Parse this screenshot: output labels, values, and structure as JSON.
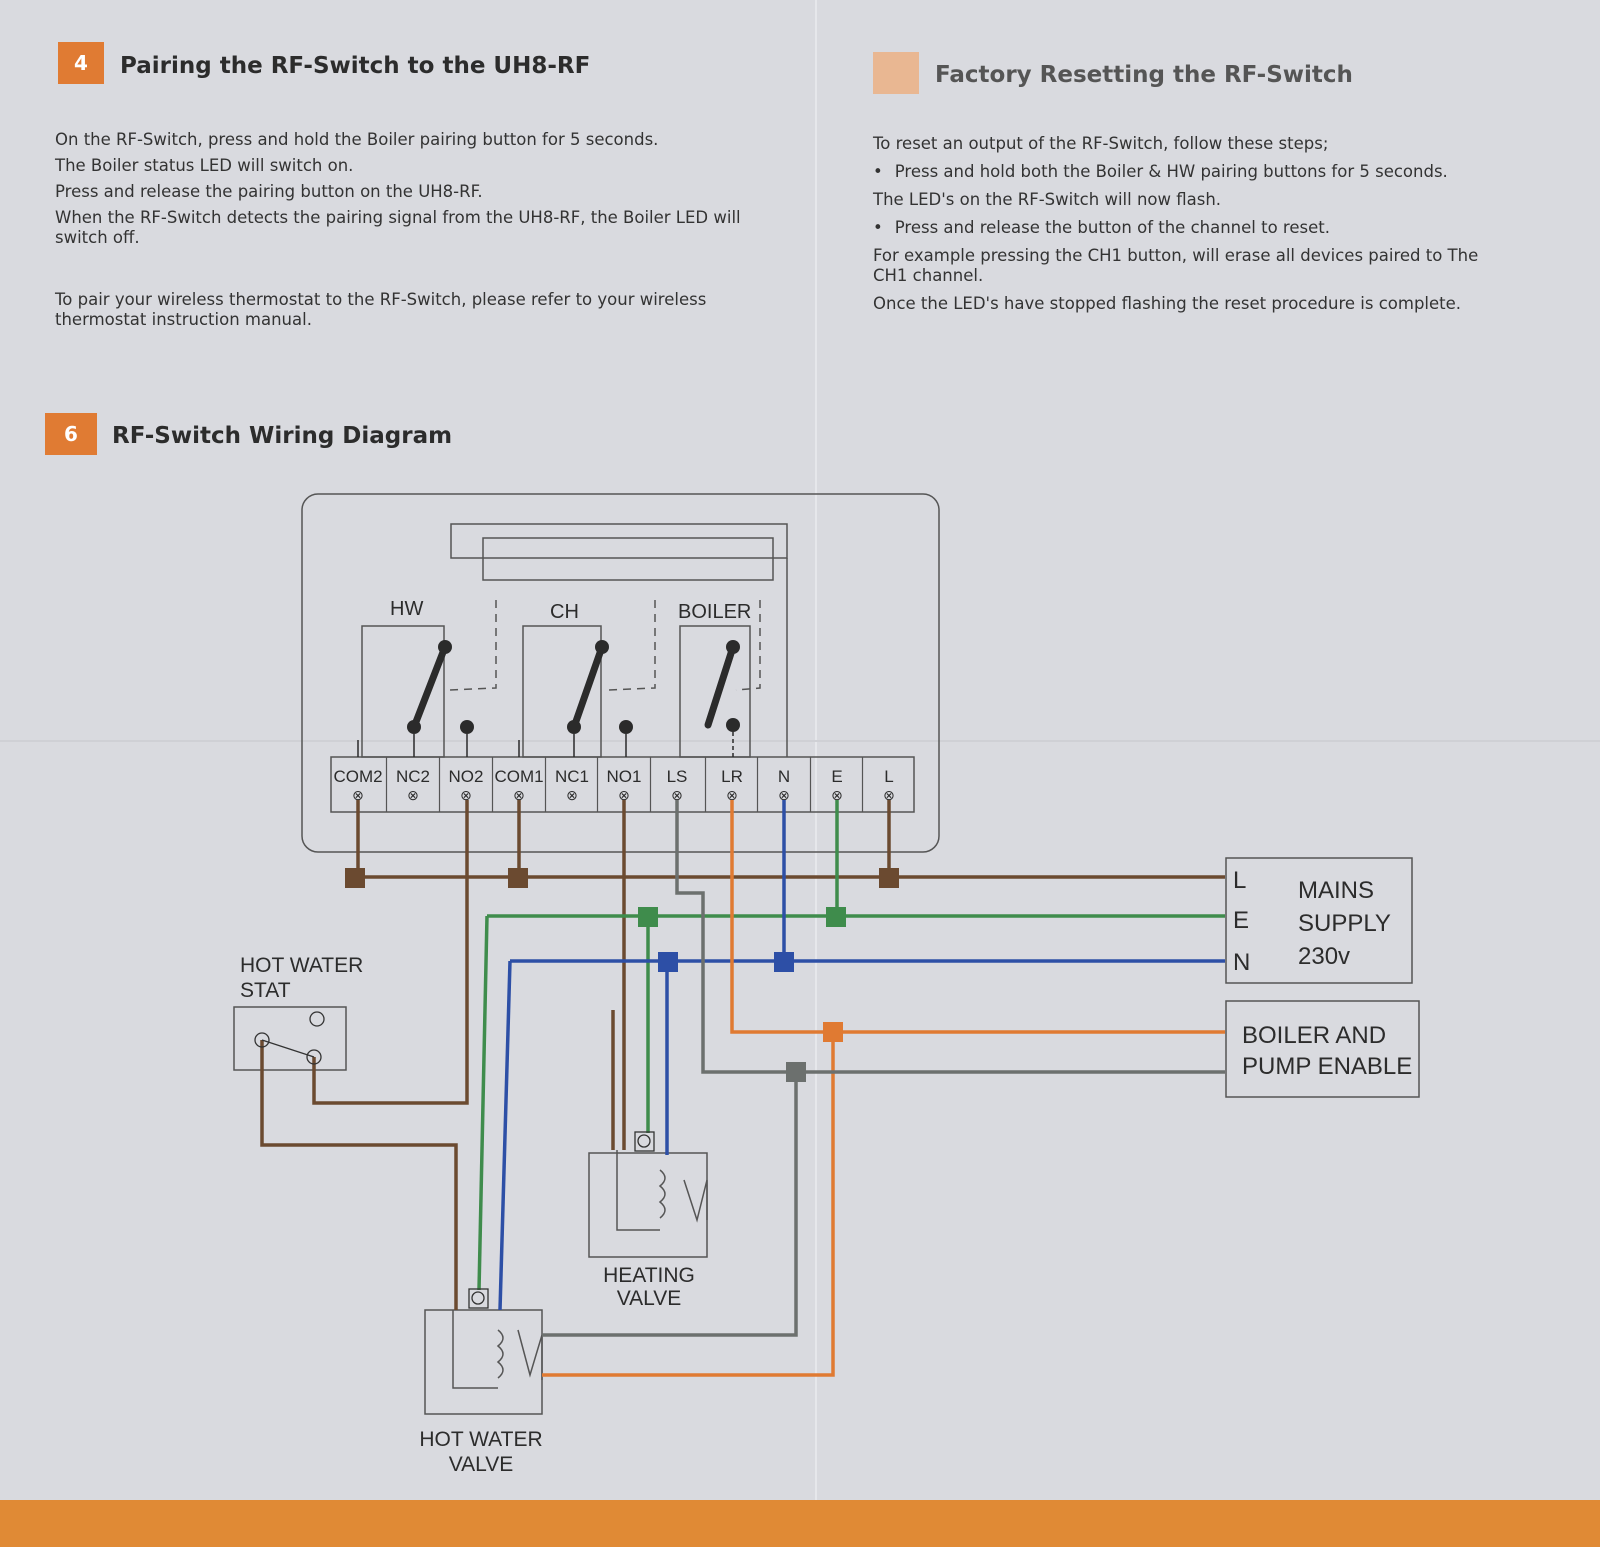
{
  "section4": {
    "number": "4",
    "title": "Pairing the RF-Switch to the UH8-RF",
    "paragraphs": [
      "On the RF-Switch, press and hold the Boiler pairing button for 5 seconds.",
      "The Boiler status LED will switch on.",
      "Press and release the pairing button on the UH8-RF.",
      "When the RF-Switch detects the pairing signal from the UH8-RF, the Boiler LED will switch off.",
      "To pair your wireless thermostat to the RF-Switch, please refer to your wireless thermostat instruction manual."
    ]
  },
  "section5": {
    "title": "Factory Resetting the RF-Switch",
    "paragraphs": [
      "To reset an output of the RF-Switch, follow these steps;",
      "Press and hold both the Boiler & HW pairing buttons for 5 seconds.",
      "The LED's on the RF-Switch will now flash.",
      "Press and release the button of the channel to reset.",
      "For example pressing the CH1 button, will erase all devices paired to The CH1 channel.",
      "Once the LED's have stopped flashing the reset procedure is complete."
    ]
  },
  "section6": {
    "number": "6",
    "title": "RF-Switch Wiring Diagram"
  },
  "diagram": {
    "relays": [
      "HW",
      "CH",
      "BOILER"
    ],
    "terminals": [
      "COM2",
      "NC2",
      "NO2",
      "COM1",
      "NC1",
      "NO1",
      "LS",
      "LR",
      "N",
      "E",
      "L"
    ],
    "mains": {
      "lines": [
        "L",
        "E",
        "N"
      ],
      "label1": "MAINS",
      "label2": "SUPPLY",
      "label3": "230v"
    },
    "boiler_enable": {
      "line1": "BOILER AND",
      "line2": "PUMP ENABLE"
    },
    "hot_water_stat": {
      "line1": "HOT WATER",
      "line2": "STAT"
    },
    "heating_valve": {
      "line1": "HEATING",
      "line2": "VALVE"
    },
    "hot_water_valve": {
      "line1": "HOT WATER",
      "line2": "VALVE"
    },
    "wire_colors": {
      "live": "#6b4a30",
      "earth": "#3f8c4c",
      "neutral": "#2d4fa6",
      "switched": "#e07a32",
      "return": "#6c706e",
      "accent": "#e07b33"
    }
  }
}
